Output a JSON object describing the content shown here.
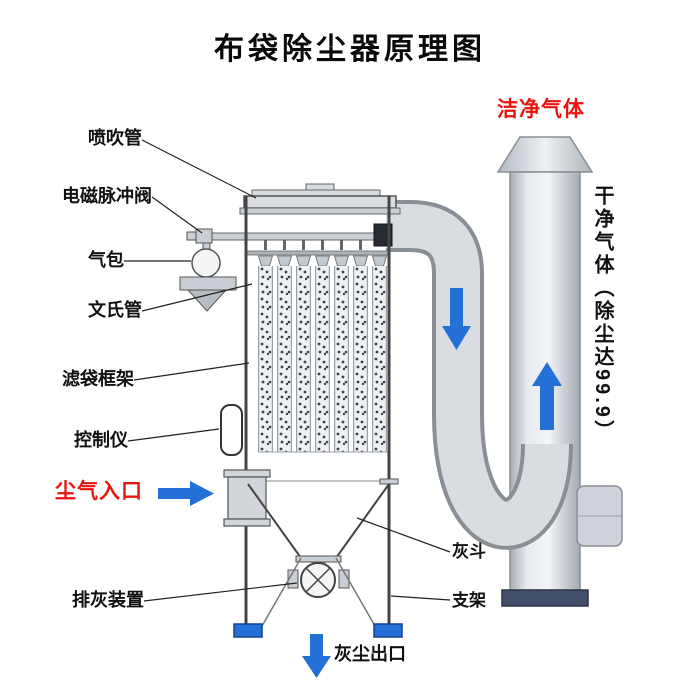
{
  "title": "布袋除尘器原理图",
  "colors": {
    "red": "#e8150f",
    "blue": "#2470d6"
  },
  "labels": {
    "blowing_pipe": "喷吹管",
    "pulse_valve": "电磁脉冲阀",
    "air_bag": "气包",
    "venturi_tube": "文氏管",
    "filter_bag_frame": "滤袋框架",
    "controller": "控制仪",
    "dust_gas_inlet": "尘气入口",
    "ash_discharge_device": "排灰装置",
    "clean_gas": "洁净气体",
    "clean_gas_note": "干净气体（除尘达99.9）",
    "ash_hopper": "灰斗",
    "support_frame": "支架",
    "dust_outlet": "灰尘出口"
  }
}
